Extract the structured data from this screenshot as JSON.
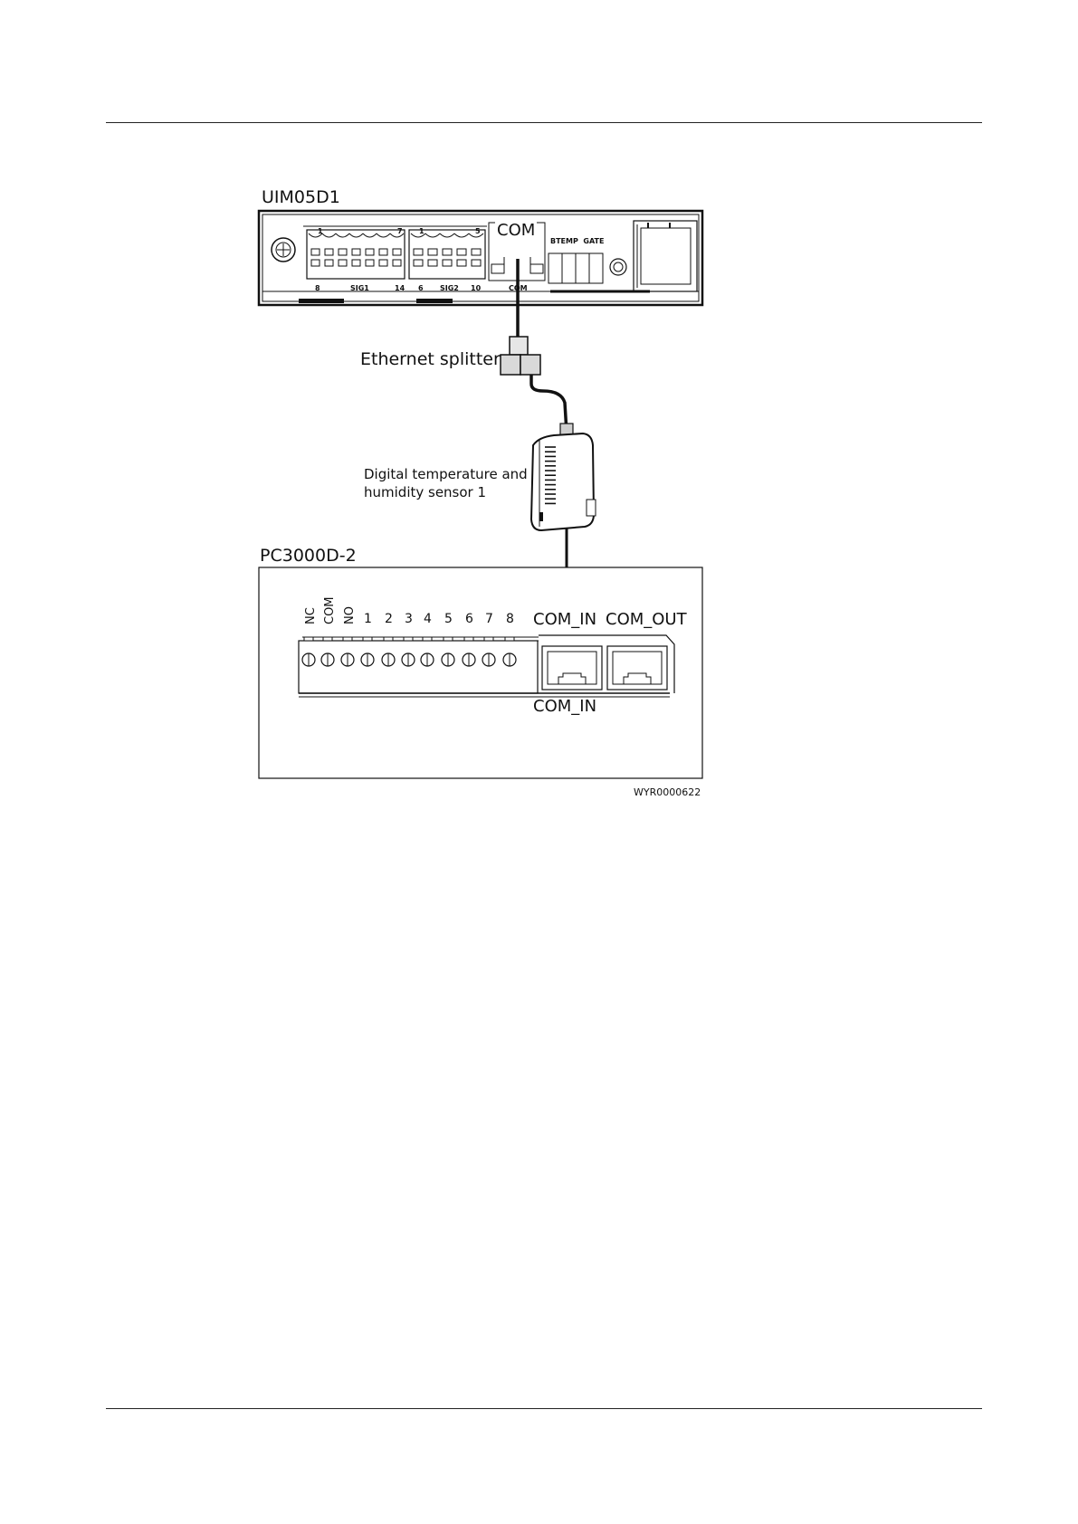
{
  "figure": {
    "device_top": "UIM05D1",
    "device_top_port": "COM",
    "device_top_small": {
      "pin1": "1",
      "pin7": "7",
      "pin1b": "1",
      "pin5": "5",
      "bot8": "8",
      "sig1": "SIG1",
      "bot14": "14",
      "bot6": "6",
      "sig2": "SIG2",
      "bot10": "10",
      "com": "COM",
      "btemp_gate": "BTEMP  GATE"
    },
    "splitter": "Ethernet splitter",
    "sensor": "Digital temperature and\nhumidity sensor 1",
    "device_bottom": "PC3000D-2",
    "device_bottom_pins": {
      "nc": "NC",
      "com": "COM",
      "no": "NO",
      "numbers": [
        "1",
        "2",
        "3",
        "4",
        "5",
        "6",
        "7",
        "8"
      ]
    },
    "port_in": "COM_IN",
    "port_out": "COM_OUT",
    "port_in_callout": "COM_IN",
    "figure_id": "WYR0000622"
  }
}
